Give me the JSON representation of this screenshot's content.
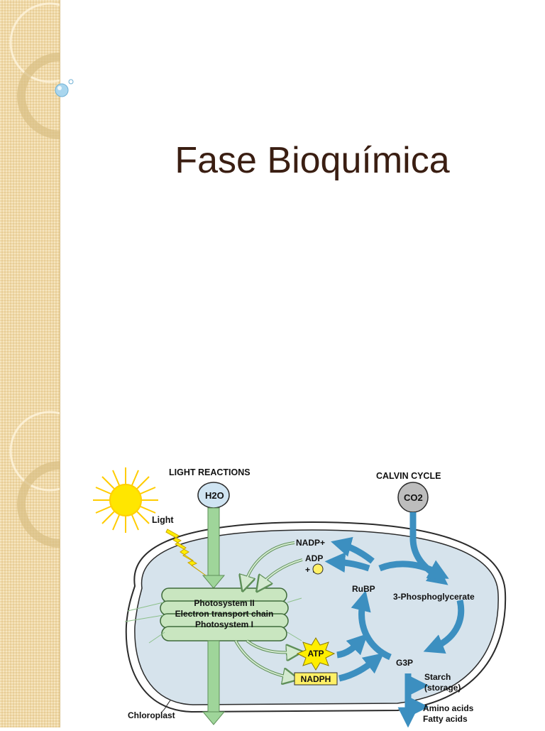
{
  "slide": {
    "title": "Fase Bioquímica"
  },
  "diagram": {
    "light_reactions_label": "LIGHT REACTIONS",
    "calvin_cycle_label": "CALVIN CYCLE",
    "water_label": "H2O",
    "co2_label": "CO2",
    "light_label": "Light",
    "nadp_label": "NADP+",
    "adp_label": "ADP",
    "pi_label": "+ Pi",
    "rubp_label": "RuBP",
    "phosphoglycerate_label": "3-Phosphoglycerate",
    "photosystem2_label": "Photosystem II",
    "etc_label": "Electron transport chain",
    "photosystem1_label": "Photosystem I",
    "atp_label": "ATP",
    "nadph_label": "NADPH",
    "g3p_label": "G3P",
    "starch_label": "Starch",
    "storage_label": "(storage)",
    "amino_label": "Amino acids",
    "fatty_label": "Fatty acids",
    "chloroplast_label": "Chloroplast",
    "colors": {
      "stroma": "#d6e3ec",
      "membrane": "#2b2b2b",
      "thylakoid": "#c9e6c0",
      "calvin_arrow": "#3c8fc0",
      "light_arrow": "#9fd59a",
      "sun": "#ffe600",
      "atp_star": "#ffee00",
      "nadph_box": "#fff066",
      "h2o_bubble": "#cfe4f2",
      "co2_bubble": "#bdbdbd"
    }
  }
}
